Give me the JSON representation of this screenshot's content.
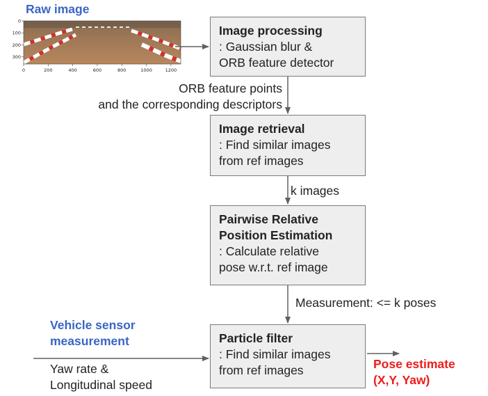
{
  "raw_image": {
    "label": "Raw image",
    "y_ticks": [
      "0",
      "100",
      "200",
      "300"
    ],
    "x_ticks": [
      "0",
      "200",
      "400",
      "600",
      "800",
      "1000",
      "1200"
    ]
  },
  "boxes": {
    "image_processing": {
      "title": "Image processing",
      "desc": ": Gaussian blur &\nORB feature detector"
    },
    "image_retrieval": {
      "title": "Image retrieval",
      "desc": ": Find similar images\nfrom ref images"
    },
    "pairwise": {
      "title": "Pairwise Relative\nPosition Estimation",
      "desc": ": Calculate relative\npose w.r.t. ref image"
    },
    "particle_filter": {
      "title": "Particle filter",
      "desc": ": Find similar images\nfrom ref images"
    }
  },
  "edges": {
    "orb_points": "ORB feature points\nand the corresponding descriptors",
    "k_images": "k images",
    "measurement": "Measurement: <= k poses"
  },
  "vehicle": {
    "label": "Vehicle sensor\nmeasurement",
    "inputs": "Yaw rate &\nLongitudinal speed"
  },
  "output": {
    "label": "Pose estimate\n(X,Y, Yaw)"
  },
  "colors": {
    "blue_label": "#3a66c4",
    "red_label": "#ee1c1c",
    "box_fill": "#eeeeee",
    "box_border": "#7a7a7a"
  }
}
